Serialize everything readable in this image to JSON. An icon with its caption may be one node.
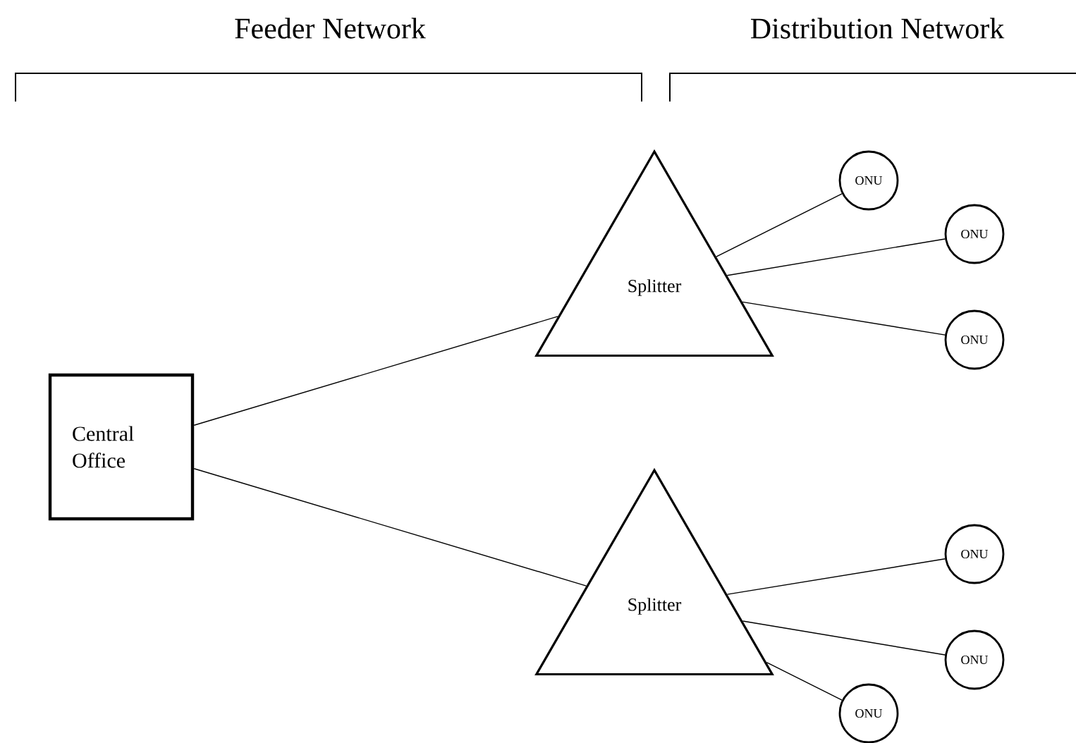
{
  "diagram": {
    "nodes": [
      {
        "text": [
          "Central Office"
        ]
      },
      {
        "text": [
          "Splitter"
        ]
      },
      {
        "text": [
          "Splitter"
        ]
      },
      {
        "text": [
          "ONU"
        ]
      },
      {
        "text": [
          "ONU"
        ]
      },
      {
        "text": [
          "ONU"
        ]
      },
      {
        "text": [
          "ONU"
        ]
      },
      {
        "text": [
          "ONU"
        ]
      },
      {
        "text": [
          "ONU"
        ]
      }
    ],
    "edges": [
      {
        "from": 0,
        "to": 1,
        "arrow": "none"
      },
      {
        "from": 0,
        "to": 2,
        "arrow": "none"
      },
      {
        "from": 1,
        "to": 3,
        "arrow": "none"
      },
      {
        "from": 1,
        "to": 4,
        "arrow": "none"
      },
      {
        "from": 1,
        "to": 5,
        "arrow": "none"
      },
      {
        "from": 2,
        "to": 6,
        "arrow": "none"
      },
      {
        "from": 2,
        "to": 7,
        "arrow": "none"
      },
      {
        "from": 2,
        "to": 8,
        "arrow": "none"
      }
    ],
    "labels": [
      "Feeder Network",
      "Distribution Network"
    ]
  }
}
